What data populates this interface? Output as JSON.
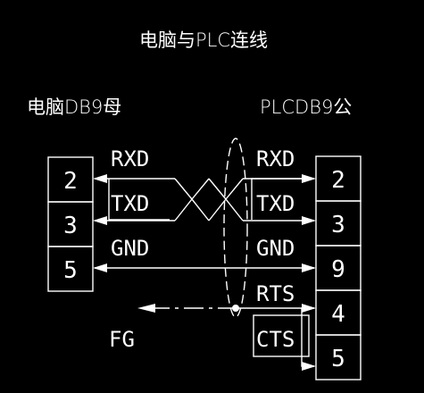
{
  "title": "电脑与PLC连线",
  "left_connector": {
    "label": "电脑DB9母",
    "pins": [
      "2",
      "3",
      "5"
    ]
  },
  "right_connector": {
    "label": "PLCDB9公",
    "pins": [
      "2",
      "3",
      "9",
      "4",
      "5"
    ]
  },
  "signals": {
    "left_rxd": "RXD",
    "left_txd": "TXD",
    "left_gnd": "GND",
    "right_rxd": "RXD",
    "right_txd": "TXD",
    "right_gnd": "GND",
    "rts": "RTS",
    "cts": "CTS"
  },
  "ground_label": "FG"
}
